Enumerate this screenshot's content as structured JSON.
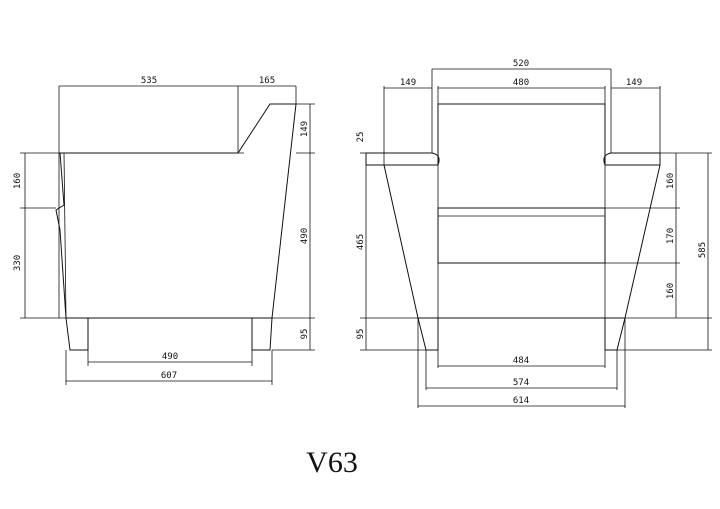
{
  "model": "V63",
  "side_view": {
    "dims": {
      "top_depth": "535",
      "arm_offset": "165",
      "back_height": "149",
      "arm_height": "160",
      "arm_lower": "330",
      "body_height": "490",
      "leg_height": "95",
      "leg_span": "490",
      "base_depth": "607"
    }
  },
  "front_view": {
    "dims": {
      "back_outer": "520",
      "back_inner": "480",
      "arm_left": "149",
      "arm_right": "149",
      "back_offset": "25",
      "seat_front": "465",
      "arm_h1": "160",
      "seat_h": "170",
      "base_h": "160",
      "total_h": "585",
      "leg_h": "95",
      "inner_width": "484",
      "leg_width": "574",
      "base_width": "614"
    }
  },
  "colors": {
    "line": "#111111",
    "background": "#ffffff"
  }
}
